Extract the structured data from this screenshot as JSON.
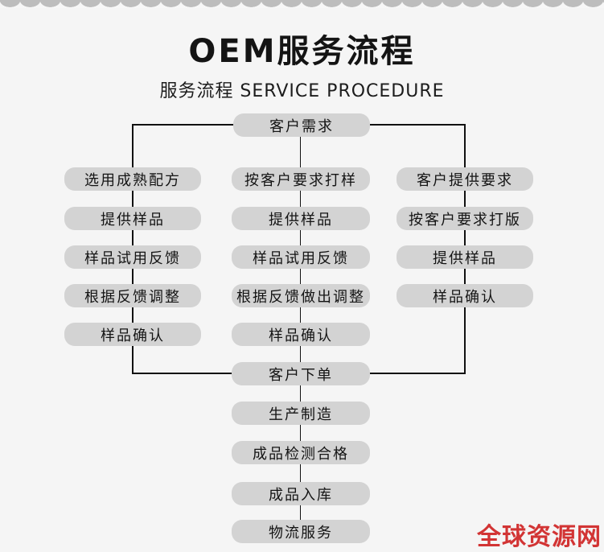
{
  "page": {
    "title": "OEM服务流程",
    "subtitle": "服务流程 SERVICE PROCEDURE",
    "watermark": "全球资源网"
  },
  "colors": {
    "background": "#f5f5f5",
    "node_fill": "#d3d3d3",
    "node_text": "#141414",
    "connector": "#111111",
    "torn_edge_scallop": "#bdbdbd",
    "watermark_red": "#d23434"
  },
  "flowchart": {
    "type": "flowchart",
    "start": "客户需求",
    "columns": [
      {
        "name": "mature-formula-path",
        "steps": [
          "选用成熟配方",
          "提供样品",
          "样品试用反馈",
          "根据反馈调整",
          "样品确认"
        ]
      },
      {
        "name": "custom-sample-path",
        "steps": [
          "按客户要求打样",
          "提供样品",
          "样品试用反馈",
          "根据反馈做出调整",
          "样品确认"
        ]
      },
      {
        "name": "customer-requirement-path",
        "steps": [
          "客户提供要求",
          "按客户要求打版",
          "提供样品",
          "样品确认"
        ]
      }
    ],
    "tail": [
      "客户下单",
      "生产制造",
      "成品检测合格",
      "成品入库",
      "物流服务"
    ]
  }
}
